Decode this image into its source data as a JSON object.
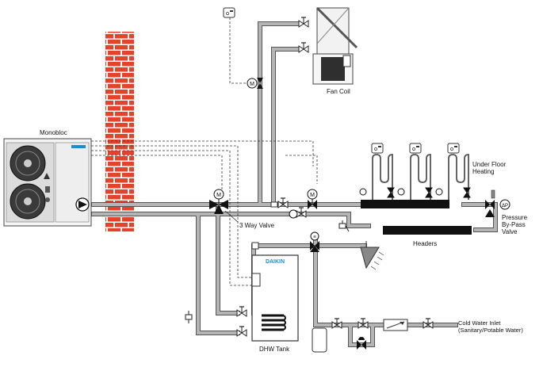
{
  "labels": {
    "monobloc": "Monobloc",
    "fan_coil": "Fan Coil",
    "under_floor_1": "Under Floor",
    "under_floor_2": "Heating",
    "three_way_valve": "3 Way Valve",
    "pressure_1": "Pressure",
    "pressure_2": "By-Pass",
    "pressure_3": "Valve",
    "headers": "Headers",
    "dhw_tank": "DHW Tank",
    "cold_water_1": "Cold Water Inlet",
    "cold_water_2": "(Sanitary/Potable Water)",
    "brand": "DAIKIN",
    "motor_symbol": "M",
    "dp_symbol": "ΔP"
  },
  "colors": {
    "pipe": "#9a9a9a",
    "pipe_outline": "#555555",
    "brick": "#e2432a",
    "brick_mortar": "#ffffff",
    "header": "#111111",
    "line": "#222222",
    "brand": "#1c8fd0"
  }
}
